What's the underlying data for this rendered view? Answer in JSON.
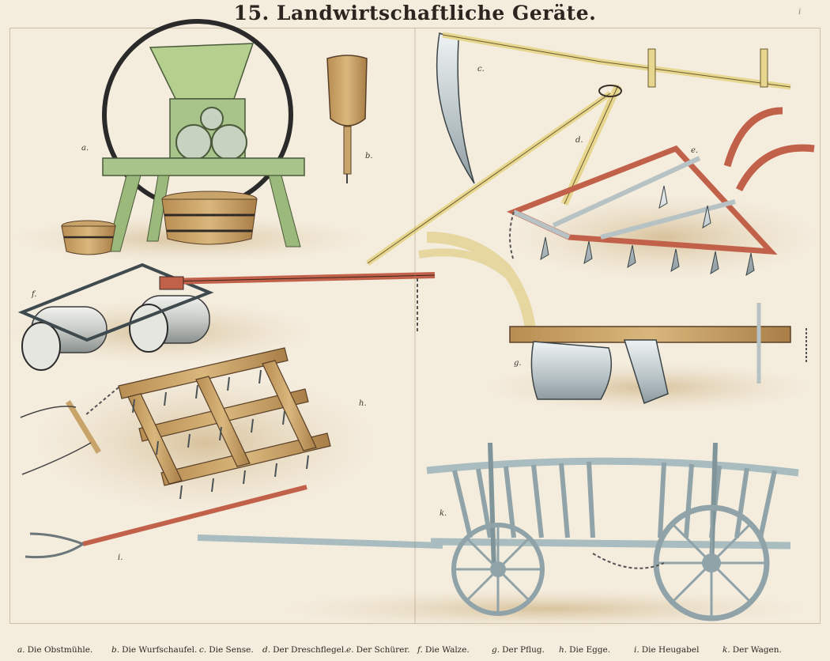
{
  "title": "15. Landwirtschaftliche Geräte.",
  "page_mark": "i",
  "figure_letters": {
    "a": "a.",
    "b": "b.",
    "c": "c.",
    "d": "d.",
    "e": "e.",
    "f": "f.",
    "g": "g.",
    "h": "h.",
    "i": "i.",
    "k": "k."
  },
  "captions": [
    {
      "letter": "a.",
      "text": "Die Obstmühle."
    },
    {
      "letter": "b.",
      "text": "Die Wurfschaufel."
    },
    {
      "letter": "c.",
      "text": "Die Sense."
    },
    {
      "letter": "d.",
      "text": "Der Dreschflegel."
    },
    {
      "letter": "e.",
      "text": "Der Schürer."
    },
    {
      "letter": "f.",
      "text": "Die Walze."
    },
    {
      "letter": "g.",
      "text": "Der Pflug."
    },
    {
      "letter": "h.",
      "text": "Die Egge."
    },
    {
      "letter": "i.",
      "text": "Die Heugabel"
    },
    {
      "letter": "k.",
      "text": "Der Wagen."
    }
  ],
  "colors": {
    "paper": "#f4ecdd",
    "wood": "#c9a46a",
    "green_machine": "#a9c48a",
    "red_frame": "#c2614a",
    "iron_gray": "#b7c2c4",
    "wagon_blue": "#a9bcc0",
    "ground": "#d8c4a0"
  }
}
